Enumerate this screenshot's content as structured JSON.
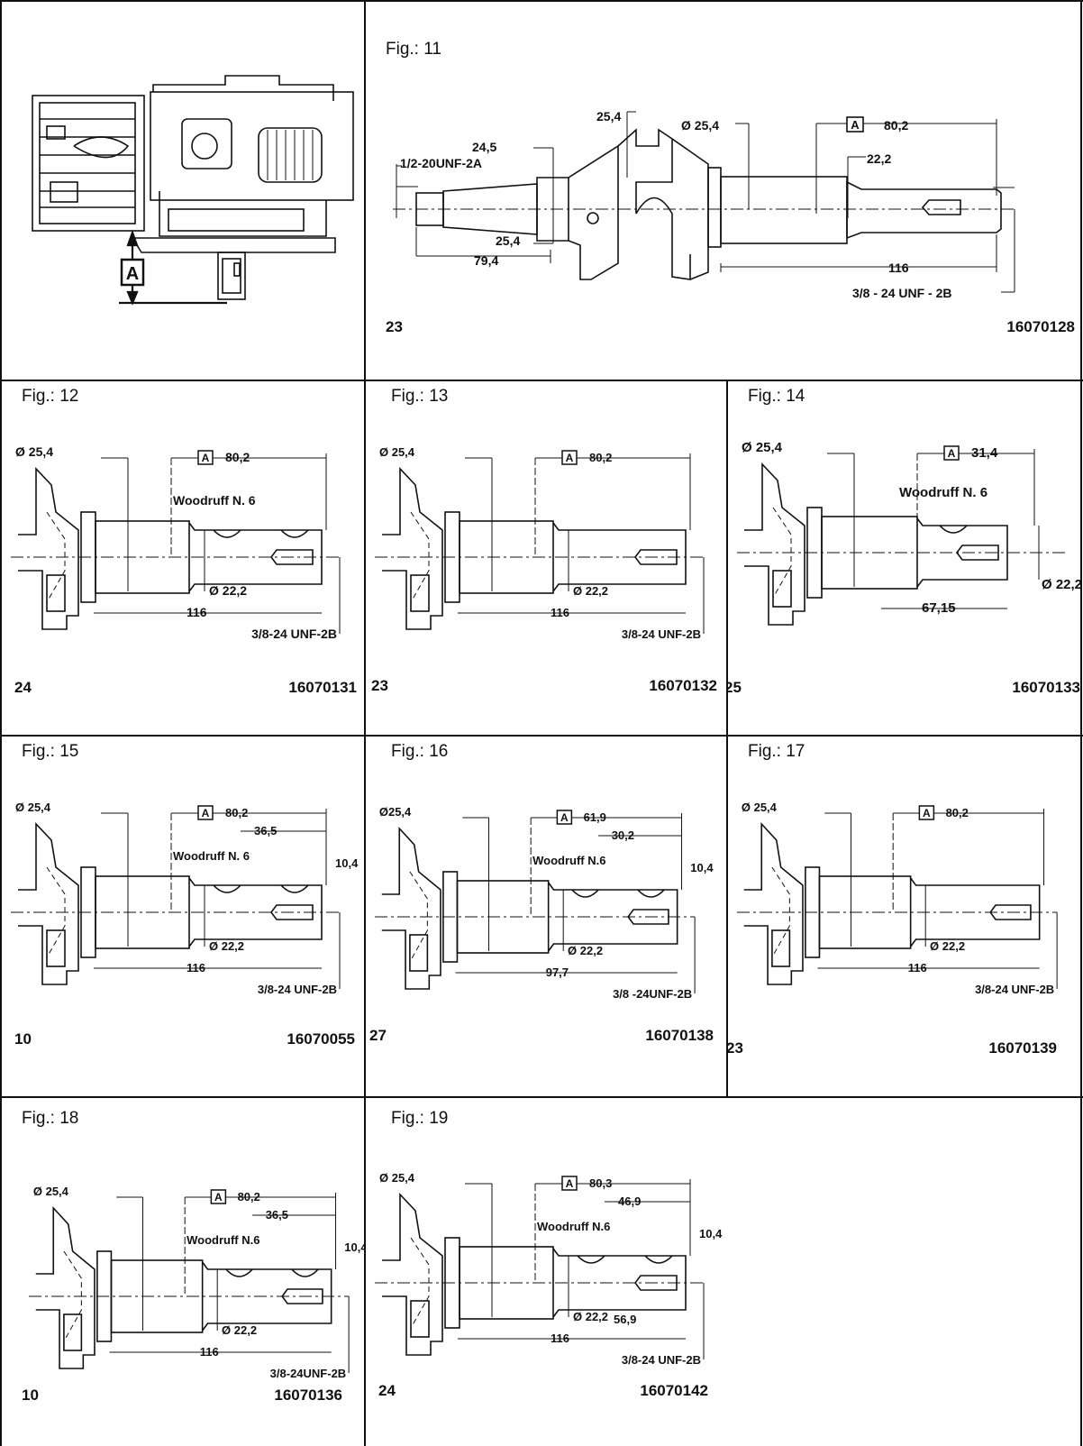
{
  "engine_view": {
    "datum_label": "A"
  },
  "figures": [
    {
      "fig": "Fig.: 11",
      "qty": "23",
      "part": "16070128",
      "dims": {
        "thread_end": "1/2-20UNF-2A",
        "d_245": "24,5",
        "d_254_top": "25,4",
        "d_254_bot": "25,4",
        "l_794": "79,4",
        "dia": "Ø 25,4",
        "a_len": "80,2",
        "d_222": "22,2",
        "len": "116",
        "thread": "3/8 - 24 UNF - 2B",
        "datum": "A"
      }
    },
    {
      "fig": "Fig.: 12",
      "qty": "24",
      "part": "16070131",
      "dims": {
        "dia": "Ø 25,4",
        "a_len": "80,2",
        "key": "Woodruff N. 6",
        "d_222": "Ø 22,2",
        "len": "116",
        "thread": "3/8-24 UNF-2B",
        "datum": "A"
      }
    },
    {
      "fig": "Fig.: 13",
      "qty": "23",
      "part": "16070132",
      "dims": {
        "dia": "Ø 25,4",
        "a_len": "80,2",
        "d_222": "Ø 22,2",
        "len": "116",
        "thread": "3/8-24 UNF-2B",
        "datum": "A"
      }
    },
    {
      "fig": "Fig.: 14",
      "qty": "25",
      "part": "16070133",
      "dims": {
        "dia": "Ø 25,4",
        "a_len": "31,4",
        "key": "Woodruff N. 6",
        "len": "67,15",
        "d_222": "Ø 22,2",
        "datum": "A"
      }
    },
    {
      "fig": "Fig.: 15",
      "qty": "10",
      "part": "16070055",
      "dims": {
        "dia": "Ø 25,4",
        "a_len": "80,2",
        "k_len": "36,5",
        "key": "Woodruff N. 6",
        "k_h": "10,4",
        "d_222": "Ø 22,2",
        "len": "116",
        "thread": "3/8-24 UNF-2B",
        "datum": "A"
      }
    },
    {
      "fig": "Fig.: 16",
      "qty": "27",
      "part": "16070138",
      "dims": {
        "dia": "Ø25,4",
        "a_len": "61,9",
        "k_len": "30,2",
        "key": "Woodruff N.6",
        "k_h": "10,4",
        "d_222": "Ø 22,2",
        "len": "97,7",
        "thread": "3/8 -24UNF-2B",
        "datum": "A"
      }
    },
    {
      "fig": "Fig.: 17",
      "qty": "23",
      "part": "16070139",
      "dims": {
        "dia": "Ø 25,4",
        "a_len": "80,2",
        "d_222": "Ø 22,2",
        "len": "116",
        "thread": "3/8-24 UNF-2B",
        "datum": "A"
      }
    },
    {
      "fig": "Fig.: 18",
      "qty": "10",
      "part": "16070136",
      "dims": {
        "dia": "Ø 25,4",
        "a_len": "80,2",
        "k_len": "36,5",
        "key": "Woodruff N.6",
        "k_h": "10,4",
        "d_222": "Ø 22,2",
        "len": "116",
        "thread": "3/8-24UNF-2B",
        "datum": "A"
      }
    },
    {
      "fig": "Fig.: 19",
      "qty": "24",
      "part": "16070142",
      "dims": {
        "dia": "Ø 25,4",
        "a_len": "80,3",
        "k_len": "46,9",
        "key": "Woodruff N.6",
        "k_h": "10,4",
        "d_222": "Ø 22,2",
        "k2_len": "56,9",
        "len": "116",
        "thread": "3/8-24 UNF-2B",
        "datum": "A"
      }
    }
  ]
}
